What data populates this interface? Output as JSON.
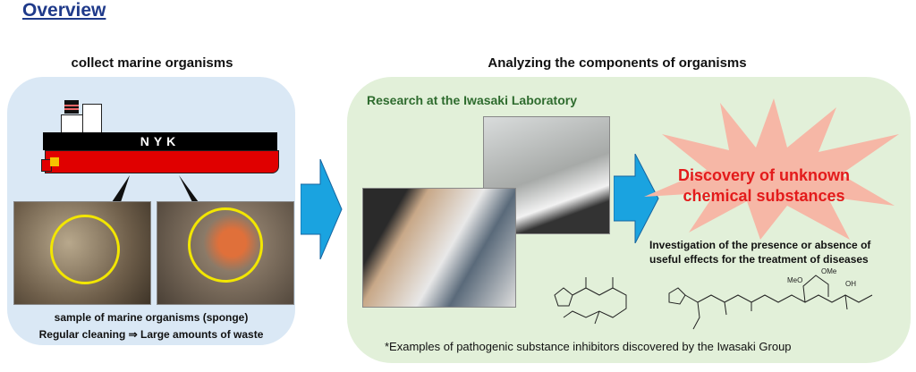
{
  "title": "Overview",
  "left": {
    "heading": "collect marine organisms",
    "ship_name": "NYK",
    "caption1": "sample of marine organisms  (sponge)",
    "caption2": "Regular cleaning ⇒ Large amounts of waste"
  },
  "right": {
    "heading": "Analyzing the components of organisms",
    "lab": "Research at the Iwasaki Laboratory",
    "discovery1": "Discovery of unknown",
    "discovery2": "chemical substances",
    "investigation1": "Investigation of the presence or absence of",
    "investigation2": "useful effects for the treatment of diseases",
    "footnote": "*Examples of pathogenic substance inhibitors discovered by the Iwasaki Group",
    "chem_labels": {
      "ome": "OMe",
      "meo": "MeO",
      "oh": "OH"
    }
  },
  "colors": {
    "title": "#1f3a8a",
    "left_bg": "#dae8f5",
    "right_bg": "#e2f0d9",
    "arrow": "#1aa3e0",
    "burst": "#f6b7a6",
    "discovery": "#e31b1b"
  }
}
